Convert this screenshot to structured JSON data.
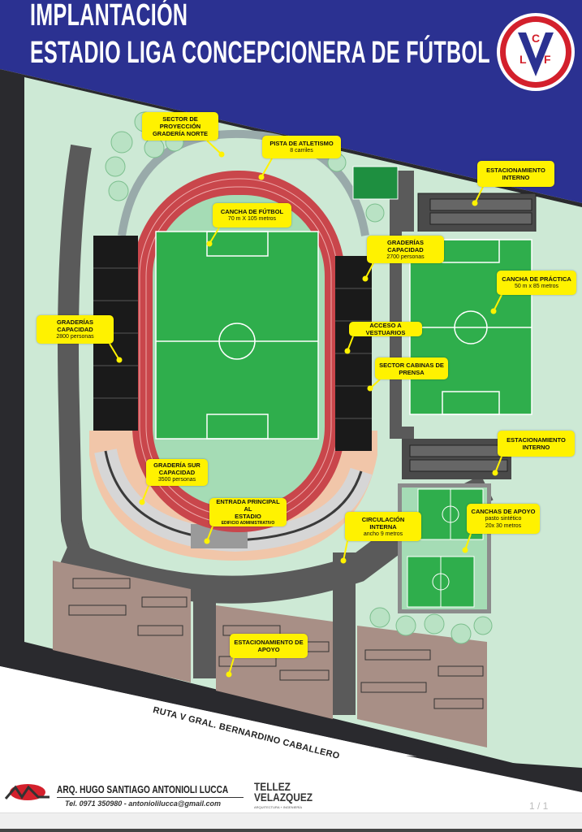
{
  "header": {
    "title_line1": "IMPLANTACIÓN",
    "title_line2": "ESTADIO LIGA CONCEPCIONERA DE FÚTBOL",
    "club_logo_letters": [
      "L",
      "C",
      "F",
      "V"
    ]
  },
  "labels": [
    {
      "lines": [
        "SECTOR DE",
        "PROYECCIÓN",
        "GRADERÍA NORTE"
      ]
    },
    {
      "lines": [
        "PISTA DE ATLETISMO"
      ],
      "sub": "8 carriles"
    },
    {
      "lines": [
        "CANCHA DE FÚTBOL"
      ],
      "sub": "70 m X 105 metros"
    },
    {
      "lines": [
        "ESTACIONAMIENTO",
        "INTERNO"
      ]
    },
    {
      "lines": [
        "GRADERÍAS",
        "CAPACIDAD"
      ],
      "sub": "2700 personas"
    },
    {
      "lines": [
        "CANCHA DE PRÁCTICA"
      ],
      "sub": "50 m x 85 metros"
    },
    {
      "lines": [
        "GRADERÍAS",
        "CAPACIDAD"
      ],
      "sub": "2800 personas"
    },
    {
      "lines": [
        "ACCESO A VESTUARIOS"
      ]
    },
    {
      "lines": [
        "SECTOR CABINAS DE",
        "PRENSA"
      ]
    },
    {
      "lines": [
        "ESTACIONAMIENTO",
        "INTERNO"
      ]
    },
    {
      "lines": [
        "GRADERÍA SUR",
        "CAPACIDAD"
      ],
      "sub": "3500 personas"
    },
    {
      "lines": [
        "ENTRADA PRINCIPAL AL",
        "ESTADIO"
      ],
      "tiny": "EDIFICIO ADMINISTRATIVO"
    },
    {
      "lines": [
        "CIRCULACIÓN",
        "INTERNA"
      ],
      "sub": "ancho 9 metros"
    },
    {
      "lines": [
        "CANCHAS DE APOYO"
      ],
      "sub": "pasto sintético",
      "sub2": "20x 30 metros"
    },
    {
      "lines": [
        "ESTACIONAMIENTO DE",
        "APOYO"
      ]
    }
  ],
  "road_label": "RUTA V GRAL. BERNARDINO CABALLERO",
  "footer": {
    "architect": "ARQ. HUGO SANTIAGO ANTONIOLI LUCCA",
    "contact": "Tel. 0971 350980 - antoniolilucca@gmail.com",
    "firm_line1": "TELLEZ",
    "firm_line2": "VELAZQUEZ",
    "firm_tagline": "ARQUITECTURA + INGENIERÍA",
    "page_indicator": "1 / 1"
  },
  "colors": {
    "header_blue": "#2b3191",
    "label_yellow": "#fff200",
    "track_red": "#c9464b",
    "pitch_green": "#2fae4c",
    "grass_light": "#cde9d5",
    "road_grey": "#5a5a5a"
  }
}
